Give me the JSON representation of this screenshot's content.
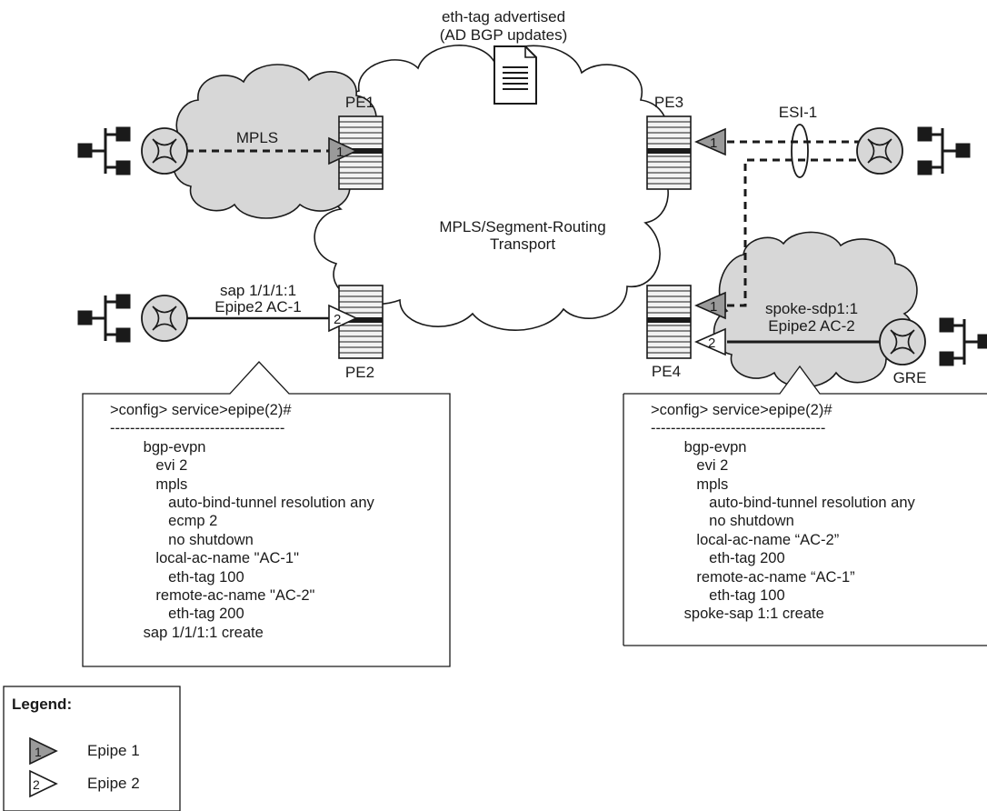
{
  "annotation": {
    "line1": "eth-tag advertised",
    "line2": "(AD BGP updates)"
  },
  "nodes": {
    "pe1": "PE1",
    "pe2": "PE2",
    "pe3": "PE3",
    "pe4": "PE4"
  },
  "labels": {
    "mpls_cloud": "MPLS",
    "core_line1": "MPLS/Segment-Routing",
    "core_line2": "Transport",
    "esi": "ESI-1",
    "sap_line1": "sap 1/1/1:1",
    "sap_line2": "Epipe2 AC-1",
    "spoke_line1": "spoke-sdp1:1",
    "spoke_line2": "Epipe2 AC-2",
    "gre": "GRE"
  },
  "epipe_markers": {
    "epipe1": "1",
    "epipe2": "2"
  },
  "callout_left": {
    "lines": [
      ">config> service>epipe(2)#",
      "-----------------------------------",
      "        bgp-evpn",
      "           evi 2",
      "           mpls",
      "              auto-bind-tunnel resolution any",
      "              ecmp 2",
      "              no shutdown",
      "           local-ac-name \"AC-1\"",
      "              eth-tag 100",
      "           remote-ac-name \"AC-2\"",
      "              eth-tag 200",
      "        sap 1/1/1:1 create"
    ]
  },
  "callout_right": {
    "lines": [
      ">config> service>epipe(2)#",
      "-----------------------------------",
      "        bgp-evpn",
      "           evi 2",
      "           mpls",
      "              auto-bind-tunnel resolution any",
      "              no shutdown",
      "           local-ac-name “AC-2”",
      "              eth-tag 200",
      "           remote-ac-name “AC-1”",
      "              eth-tag 100",
      "        spoke-sap 1:1 create"
    ]
  },
  "legend": {
    "title": "Legend:",
    "items": [
      "Epipe 1",
      "Epipe 2"
    ]
  }
}
